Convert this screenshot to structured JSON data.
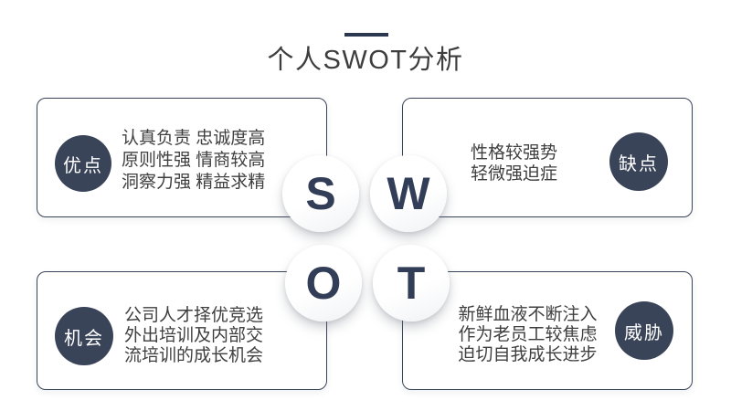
{
  "title": {
    "text": "个人SWOT分析"
  },
  "colors": {
    "navy": "#3a4459",
    "accent_line": "#2c3850",
    "letter_navy": "#323d58",
    "title_text": "#3d3d3d",
    "body_text": "#3f3f3f",
    "panel_bg": "#ffffff"
  },
  "center": {
    "letters": [
      "S",
      "W",
      "O",
      "T"
    ]
  },
  "quadrants": [
    {
      "id": "strengths",
      "badge": "优点",
      "lines": [
        "认真负责 忠诚度高",
        "原则性强 情商较高",
        "洞察力强 精益求精"
      ]
    },
    {
      "id": "weaknesses",
      "badge": "缺点",
      "lines": [
        "性格较强势",
        "轻微强迫症"
      ]
    },
    {
      "id": "opportunities",
      "badge": "机会",
      "lines": [
        "公司人才择优竞选",
        "外出培训及内部交",
        "流培训的成长机会"
      ]
    },
    {
      "id": "threats",
      "badge": "威胁",
      "lines": [
        "新鲜血液不断注入",
        "作为老员工较焦虑",
        "迫切自我成长进步"
      ]
    }
  ]
}
